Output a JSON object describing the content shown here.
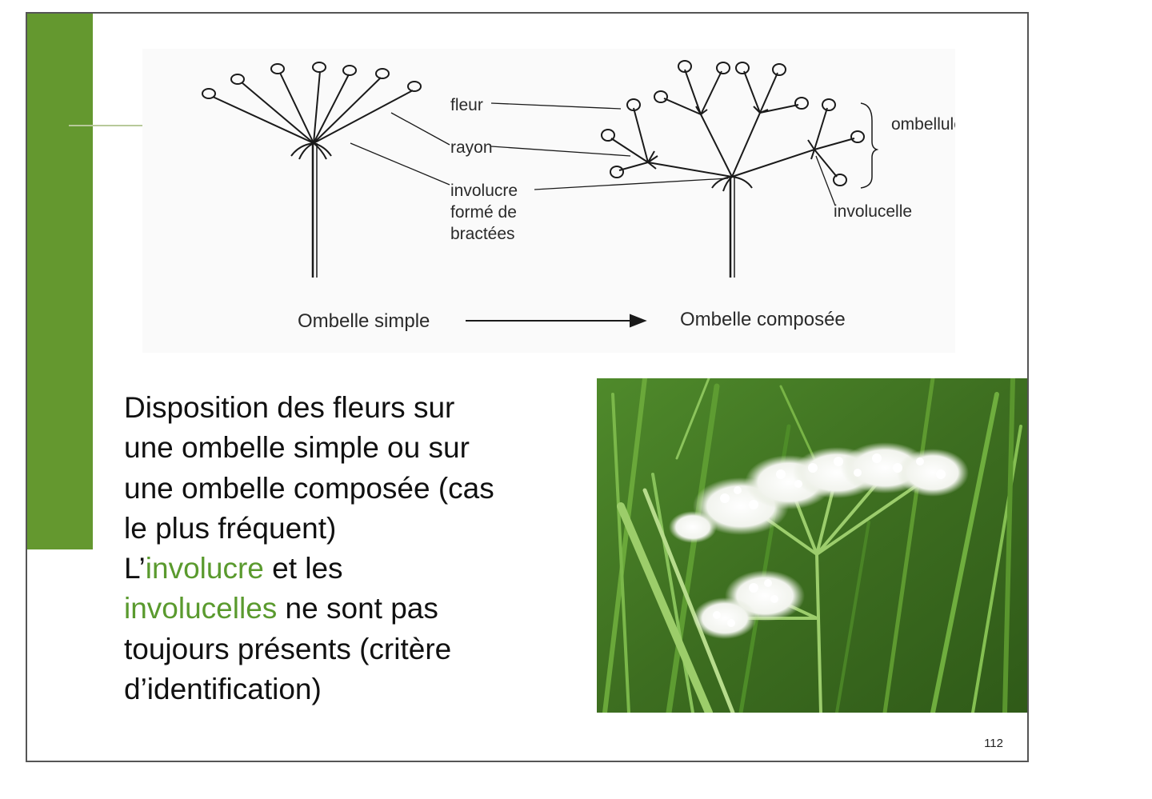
{
  "diagram": {
    "labels": {
      "fleur": "fleur",
      "rayon": "rayon",
      "involucre_line1": "involucre",
      "involucre_line2": "formé de",
      "involucre_line3": "bractées",
      "ombellule": "ombellule",
      "involucelle": "involucelle"
    },
    "caption_simple": "Ombelle simple",
    "caption_composee": "Ombelle composée"
  },
  "body": {
    "line1": "Disposition des fleurs sur",
    "line2": "une ombelle simple ou sur",
    "line3": "une ombelle composée (cas",
    "line4": "le plus fréquent)",
    "line5_prefix": "L’",
    "line5_highlight": "involucre",
    "line5_suffix": " et les",
    "line6_highlight": "involucelles",
    "line6_suffix": " ne sont pas",
    "line7": "toujours présents (critère",
    "line8": "d’identification)"
  },
  "colors": {
    "accent_green": "#64982f",
    "highlight_green": "#5a9a2e"
  },
  "photo": {
    "icon": "umbel-flower-photo"
  },
  "page_number": "112"
}
